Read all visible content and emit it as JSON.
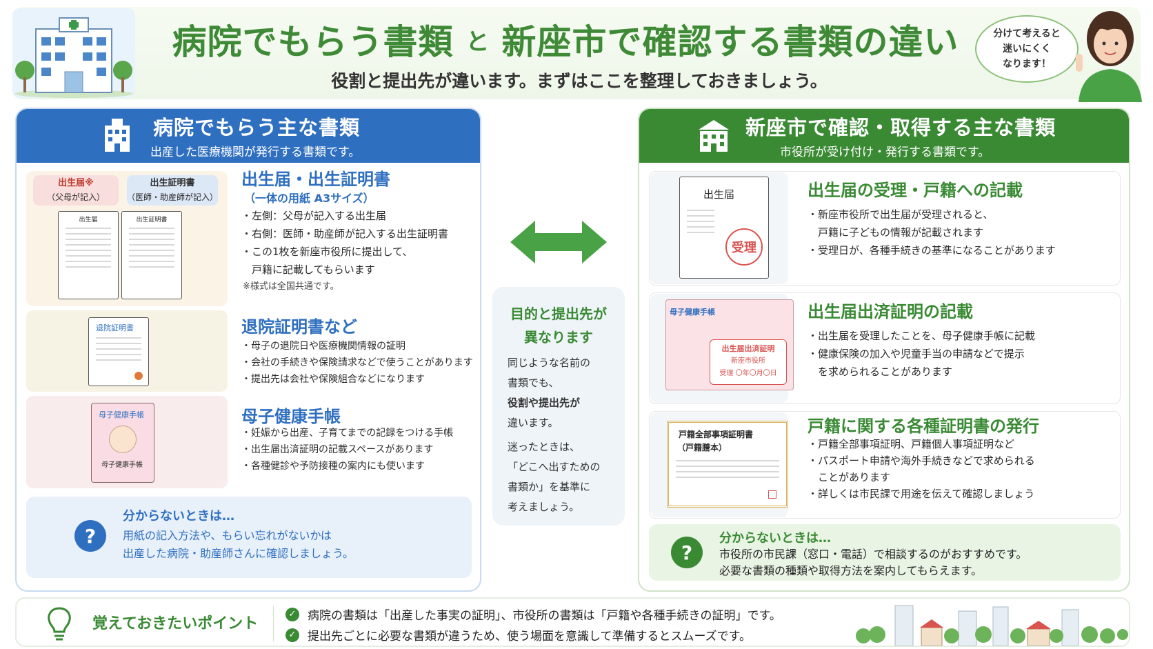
{
  "header": {
    "title_left": "病院でもらう書類",
    "title_and": "と",
    "title_right": "新座市で確認する書類の違い",
    "subtitle": "役割と提出先が違います。まずはここを整理しておきましょう。",
    "bubble": [
      "分けて考えると",
      "迷いにくく",
      "なります！"
    ]
  },
  "left": {
    "title": "病院でもらう主な書類",
    "subtitle": "出産した医療機関が発行する書類です。",
    "items": [
      {
        "title": "出生届・出生証明書",
        "sub": "（一体の用紙 A3サイズ）",
        "lines": [
          "・左側：父母が記入する出生届",
          "・右側：医師・助産師が記入する出生証明書",
          "・この1枚を新座市役所に提出して、",
          "　戸籍に記載してもらいます"
        ],
        "note": "※様式は全国共通です。",
        "tag_left": "出生届※",
        "tag_left_sub": "（父母が記入）",
        "tag_right": "出生証明書",
        "tag_right_sub": "（医師・助産師が記入）",
        "form_left": "出生届",
        "form_right": "出生証明書"
      },
      {
        "title": "退院証明書など",
        "lines": [
          "・母子の退院日や医療機関情報の証明",
          "・会社の手続きや保険請求などで使うことがあります",
          "・提出先は会社や保険組合などになります"
        ],
        "doc_label": "退院証明書"
      },
      {
        "title": "母子健康手帳",
        "lines": [
          "・妊娠から出産、子育てまでの記録をつける手帳",
          "・出生届出済証明の記載スペースがあります",
          "・各種健診や予防接種の案内にも使います"
        ],
        "book_label": "母子健康手帳",
        "book_label_bottom": "母子健康手帳"
      }
    ],
    "help": {
      "title": "分からないときは…",
      "lines": [
        "用紙の記入方法や、もらい忘れがないかは",
        "出産した病院・助産師さんに確認しましょう。"
      ],
      "icon": "?"
    }
  },
  "middle": {
    "title": [
      "目的と提出先が",
      "異なります"
    ],
    "body": [
      "同じような名前の",
      "書類でも、",
      "役割や提出先が",
      "違います。",
      "迷ったときは、",
      "「どこへ出すための",
      "書類か」を基準に",
      "考えましょう。"
    ]
  },
  "right": {
    "title": "新座市で確認・取得する主な書類",
    "subtitle": "市役所が受け付け・発行する書類です。",
    "items": [
      {
        "title": "出生届の受理・戸籍への記載",
        "lines": [
          "・新座市役所で出生届が受理されると、",
          "　戸籍に子どもの情報が記載されます",
          "・受理日が、各種手続きの基準になることがあります"
        ],
        "doc_label": "出生届",
        "stamp": "受理"
      },
      {
        "title": "出生届出済証明の記載",
        "lines": [
          "・出生届を受理したことを、母子健康手帳に記載",
          "・健康保険の加入や児童手当の申請などで提示",
          "　を求められることがあります"
        ],
        "book_label": "母子健康手帳",
        "stamp_lines": [
          "出生届出済証明",
          "新座市役所",
          "受理 〇年〇月〇日"
        ]
      },
      {
        "title": "戸籍に関する各種証明書の発行",
        "lines": [
          "・戸籍全部事項証明、戸籍個人事項証明など",
          "・パスポート申請や海外手続きなどで求められる",
          "　ことがあります",
          "・詳しくは市民課で用途を伝えて確認しましょう"
        ],
        "cert_lines": [
          "戸籍全部事項証明書",
          "（戸籍謄本）"
        ]
      }
    ],
    "help": {
      "title": "分からないときは…",
      "lines": [
        "市役所の市民課（窓口・電話）で相談するのがおすすめです。",
        "必要な書類の種類や取得方法を案内してもらえます。"
      ],
      "icon": "?"
    }
  },
  "footer": {
    "title": "覚えておきたいポイント",
    "points": [
      "病院の書類は「出産した事実の証明」、市役所の書類は「戸籍や各種手続きの証明」です。",
      "提出先ごとに必要な書類が違うため、使う場面を意識して準備するとスムーズです。"
    ]
  },
  "colors": {
    "blue": "#2f6fc0",
    "green": "#3a8a34",
    "red": "#d9534f"
  }
}
